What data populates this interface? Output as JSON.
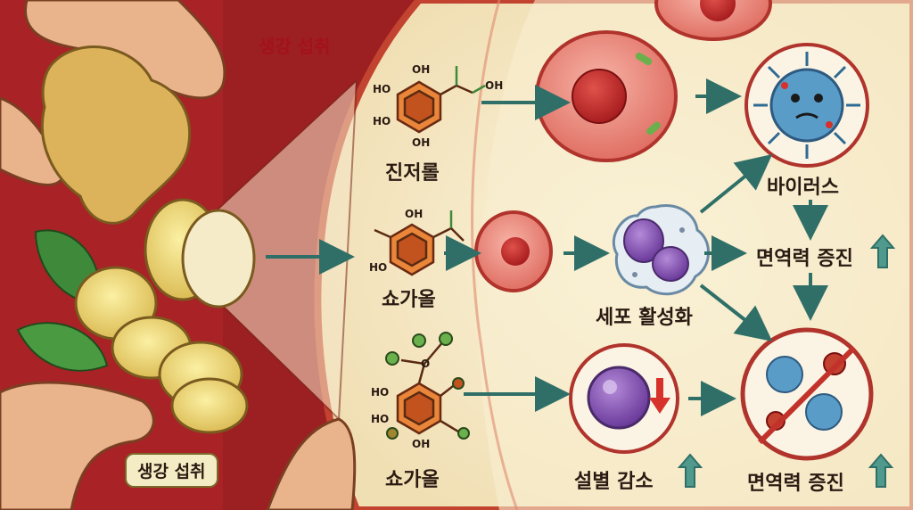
{
  "title_top": "생강 섭취",
  "title_bottom": "생강 섭취",
  "compounds": [
    {
      "name": "진저롤"
    },
    {
      "name": "쇼가올"
    },
    {
      "name": "쇼가올"
    }
  ],
  "labels": {
    "virus": "바이러스",
    "immunity_1": "면역력 증진",
    "activation": "세포 활성화",
    "reduction": "설별 감소",
    "immunity_2": "면역력 증진"
  },
  "atoms": {
    "ho": "HO",
    "oh": "OH",
    "o": "O"
  },
  "colors": {
    "background_red": "#9c1f22",
    "cell_cream": "#f7edd0",
    "arrow_teal": "#2f6f68",
    "ring_orange": "#c2531f"
  }
}
